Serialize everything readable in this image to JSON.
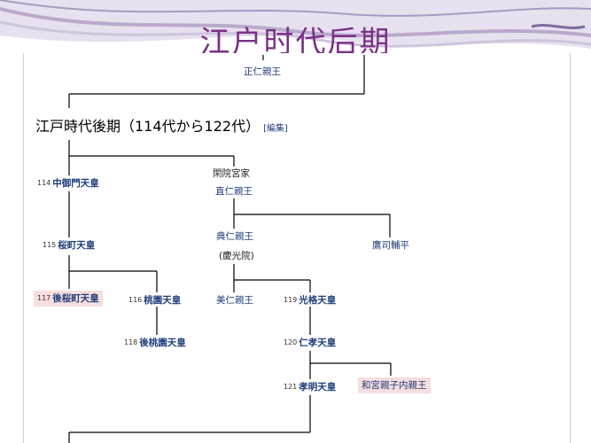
{
  "slide": {
    "title": "江户时代后期"
  },
  "section": {
    "heading": "江戸時代後期（114代から122代）",
    "edit_link": "[編集]"
  },
  "nodes": {
    "masahito": "正仁親王",
    "house_label": "閑院宮家",
    "naohito": "直仁親王",
    "e114": {
      "num": "114",
      "name": "中御門天皇"
    },
    "sukehito": "典仁親王",
    "keikoin": "(慶光院)",
    "e115": {
      "num": "115",
      "name": "桜町天皇"
    },
    "kanin_sukehira": "鷹司輔平",
    "e117": {
      "num": "117",
      "name": "後桜町天皇"
    },
    "e116": {
      "num": "116",
      "name": "桃園天皇"
    },
    "yoshihito": "美仁親王",
    "e119": {
      "num": "119",
      "name": "光格天皇"
    },
    "e118": {
      "num": "118",
      "name": "後桃園天皇"
    },
    "e120": {
      "num": "120",
      "name": "仁孝天皇"
    },
    "e121": {
      "num": "121",
      "name": "孝明天皇"
    },
    "kazunomiya": "和宮親子内親王"
  },
  "colors": {
    "title": "#7a2f86",
    "link": "#1f3c7a",
    "highlight": "#f6dede"
  }
}
